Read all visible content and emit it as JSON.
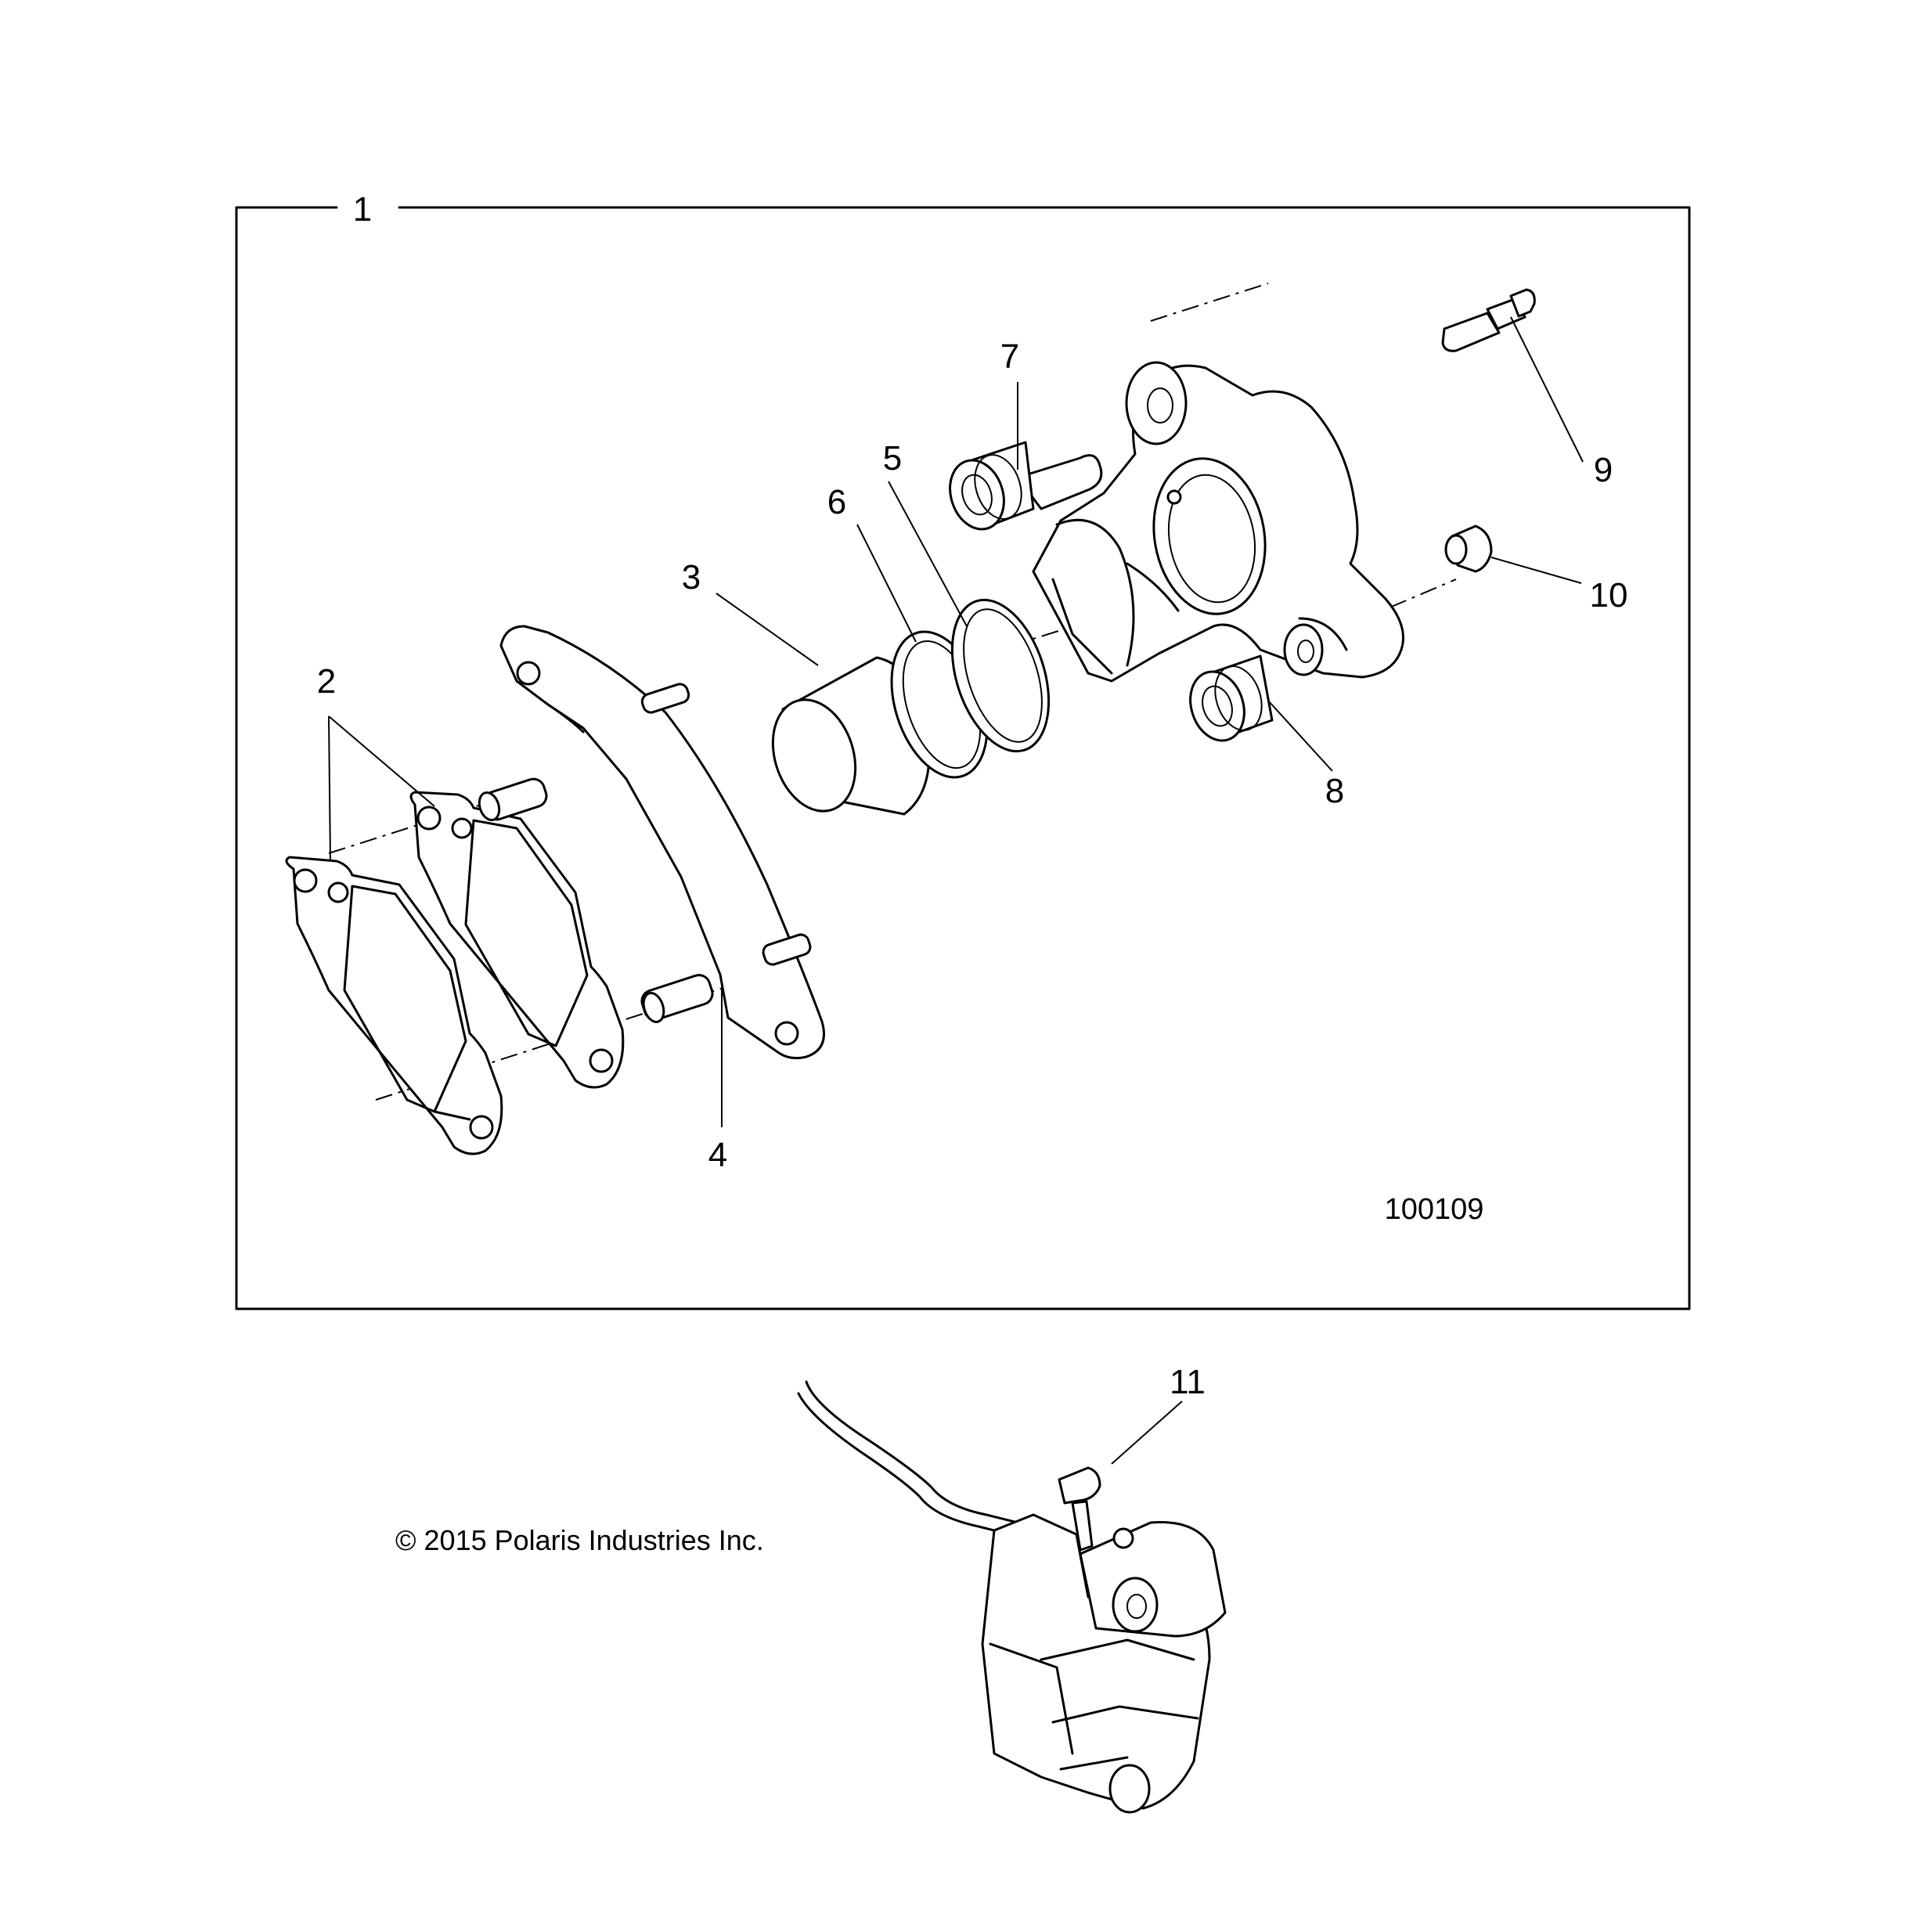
{
  "callouts": {
    "c1": "1",
    "c2": "2",
    "c3": "3",
    "c4": "4",
    "c5": "5",
    "c6": "6",
    "c7": "7",
    "c8": "8",
    "c9": "9",
    "c10": "10",
    "c11": "11"
  },
  "figure_number": "100109",
  "copyright": "© 2015 Polaris Industries Inc."
}
